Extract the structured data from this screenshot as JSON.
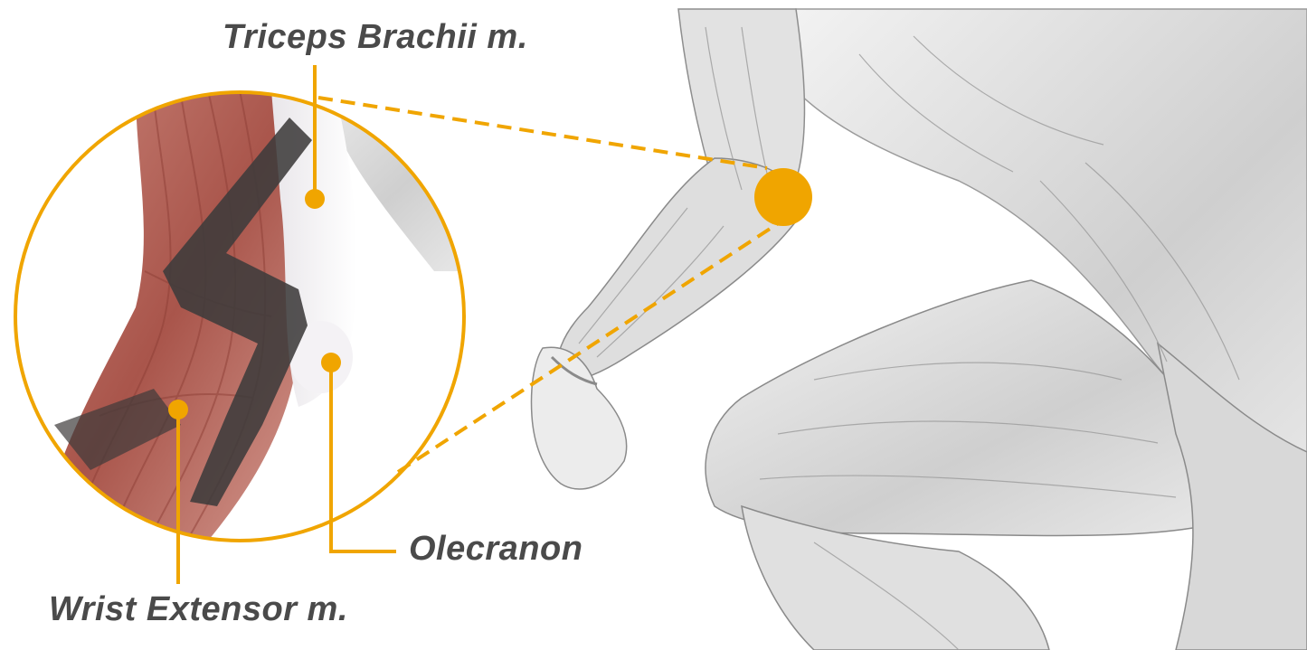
{
  "labels": {
    "triceps": "Triceps Brachii m.",
    "olecranon": "Olecranon",
    "wrist_extensor": "Wrist Extensor m."
  },
  "colors": {
    "accent": "#F0A500",
    "label_text": "#4a4a4a",
    "muscle_red": "#b5645a",
    "muscle_gray": "#d9d9d9",
    "brace_dark": "#3a3a3a"
  }
}
